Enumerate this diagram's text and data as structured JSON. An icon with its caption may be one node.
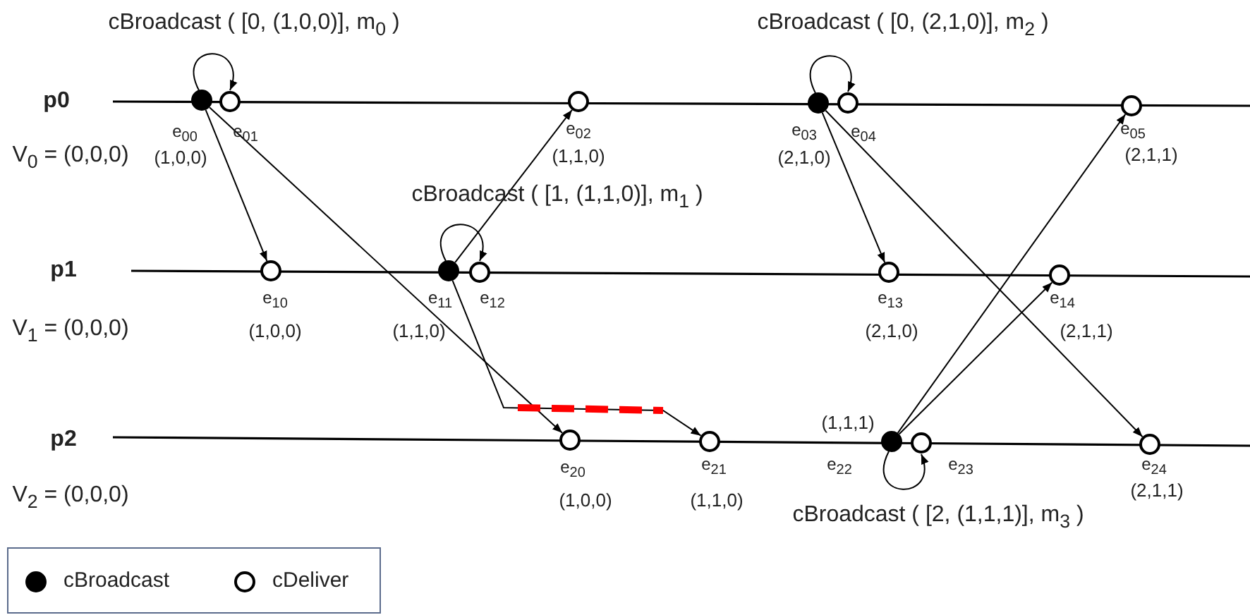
{
  "diagram": {
    "nodes": [
      {
        "text": [],
        "shape": "dot",
        "beside": [
          "cBroadcast ( [0, (1,0,0)], m$_{0}$ )",
          "e$_{00}$",
          "(1,0,0)"
        ]
      },
      {
        "text": [],
        "shape": "circle",
        "beside": [
          "e$_{01}$"
        ]
      },
      {
        "text": [],
        "shape": "circle",
        "beside": [
          "e$_{02}$",
          "(1,1,0)"
        ]
      },
      {
        "text": [],
        "shape": "dot",
        "beside": [
          "cBroadcast ( [0, (2,1,0)], m$_{2}$ )",
          "e$_{03}$",
          "(2,1,0)"
        ]
      },
      {
        "text": [],
        "shape": "circle",
        "beside": [
          "e$_{04}$"
        ]
      },
      {
        "text": [],
        "shape": "circle",
        "beside": [
          "e$_{05}$",
          "(2,1,1)"
        ]
      },
      {
        "text": [],
        "shape": "circle",
        "beside": [
          "e$_{10}$",
          "(1,0,0)"
        ]
      },
      {
        "text": [],
        "shape": "dot",
        "beside": [
          "cBroadcast ( [1, (1,1,0)], m$_{1}$ )",
          "e$_{11}$",
          "(1,1,0)"
        ]
      },
      {
        "text": [],
        "shape": "circle",
        "beside": [
          "e$_{12}$"
        ]
      },
      {
        "text": [],
        "shape": "circle",
        "beside": [
          "e$_{13}$",
          "(2,1,0)"
        ]
      },
      {
        "text": [],
        "shape": "circle",
        "beside": [
          "e$_{14}$",
          "(2,1,1)"
        ]
      },
      {
        "text": [],
        "shape": "circle",
        "beside": [
          "e$_{20}$",
          "(1,0,0)"
        ]
      },
      {
        "text": [],
        "shape": "circle",
        "beside": [
          "e$_{21}$",
          "(1,1,0)"
        ]
      },
      {
        "text": [],
        "shape": "dot",
        "beside": [
          "(1,1,1)",
          "e$_{22}$",
          "cBroadcast ( [2, (1,1,1)], m$_{3}$ )"
        ]
      },
      {
        "text": [],
        "shape": "circle",
        "beside": [
          "e$_{23}$"
        ]
      },
      {
        "text": [],
        "shape": "circle",
        "beside": [
          "e$_{24}$",
          "(2,1,1)"
        ]
      }
    ],
    "edges": [
      {
        "from": 0,
        "to": 1,
        "arrow": "to"
      },
      {
        "from": 0,
        "to": 6,
        "arrow": "to"
      },
      {
        "from": 0,
        "to": 11,
        "arrow": "to"
      },
      {
        "from": 7,
        "to": 8,
        "arrow": "to"
      },
      {
        "from": 7,
        "to": 2,
        "arrow": "to"
      },
      {
        "from": 7,
        "to": 12,
        "arrow": "to"
      },
      {
        "from": 3,
        "to": 4,
        "arrow": "to"
      },
      {
        "from": 3,
        "to": 9,
        "arrow": "to"
      },
      {
        "from": 3,
        "to": 15,
        "arrow": "to"
      },
      {
        "from": 13,
        "to": 14,
        "arrow": "to"
      },
      {
        "from": 13,
        "to": 5,
        "arrow": "to"
      },
      {
        "from": 13,
        "to": 10,
        "arrow": "to"
      }
    ],
    "labels": [
      "p0",
      "V$_{0}$ = (0,0,0)",
      "p1",
      "V$_{1}$ = (0,0,0)",
      "p2",
      "V$_{2}$ = (0,0,0)"
    ],
    "legend": [
      {
        "text": "cBroadcast"
      },
      {
        "text": "cDeliver"
      }
    ]
  }
}
